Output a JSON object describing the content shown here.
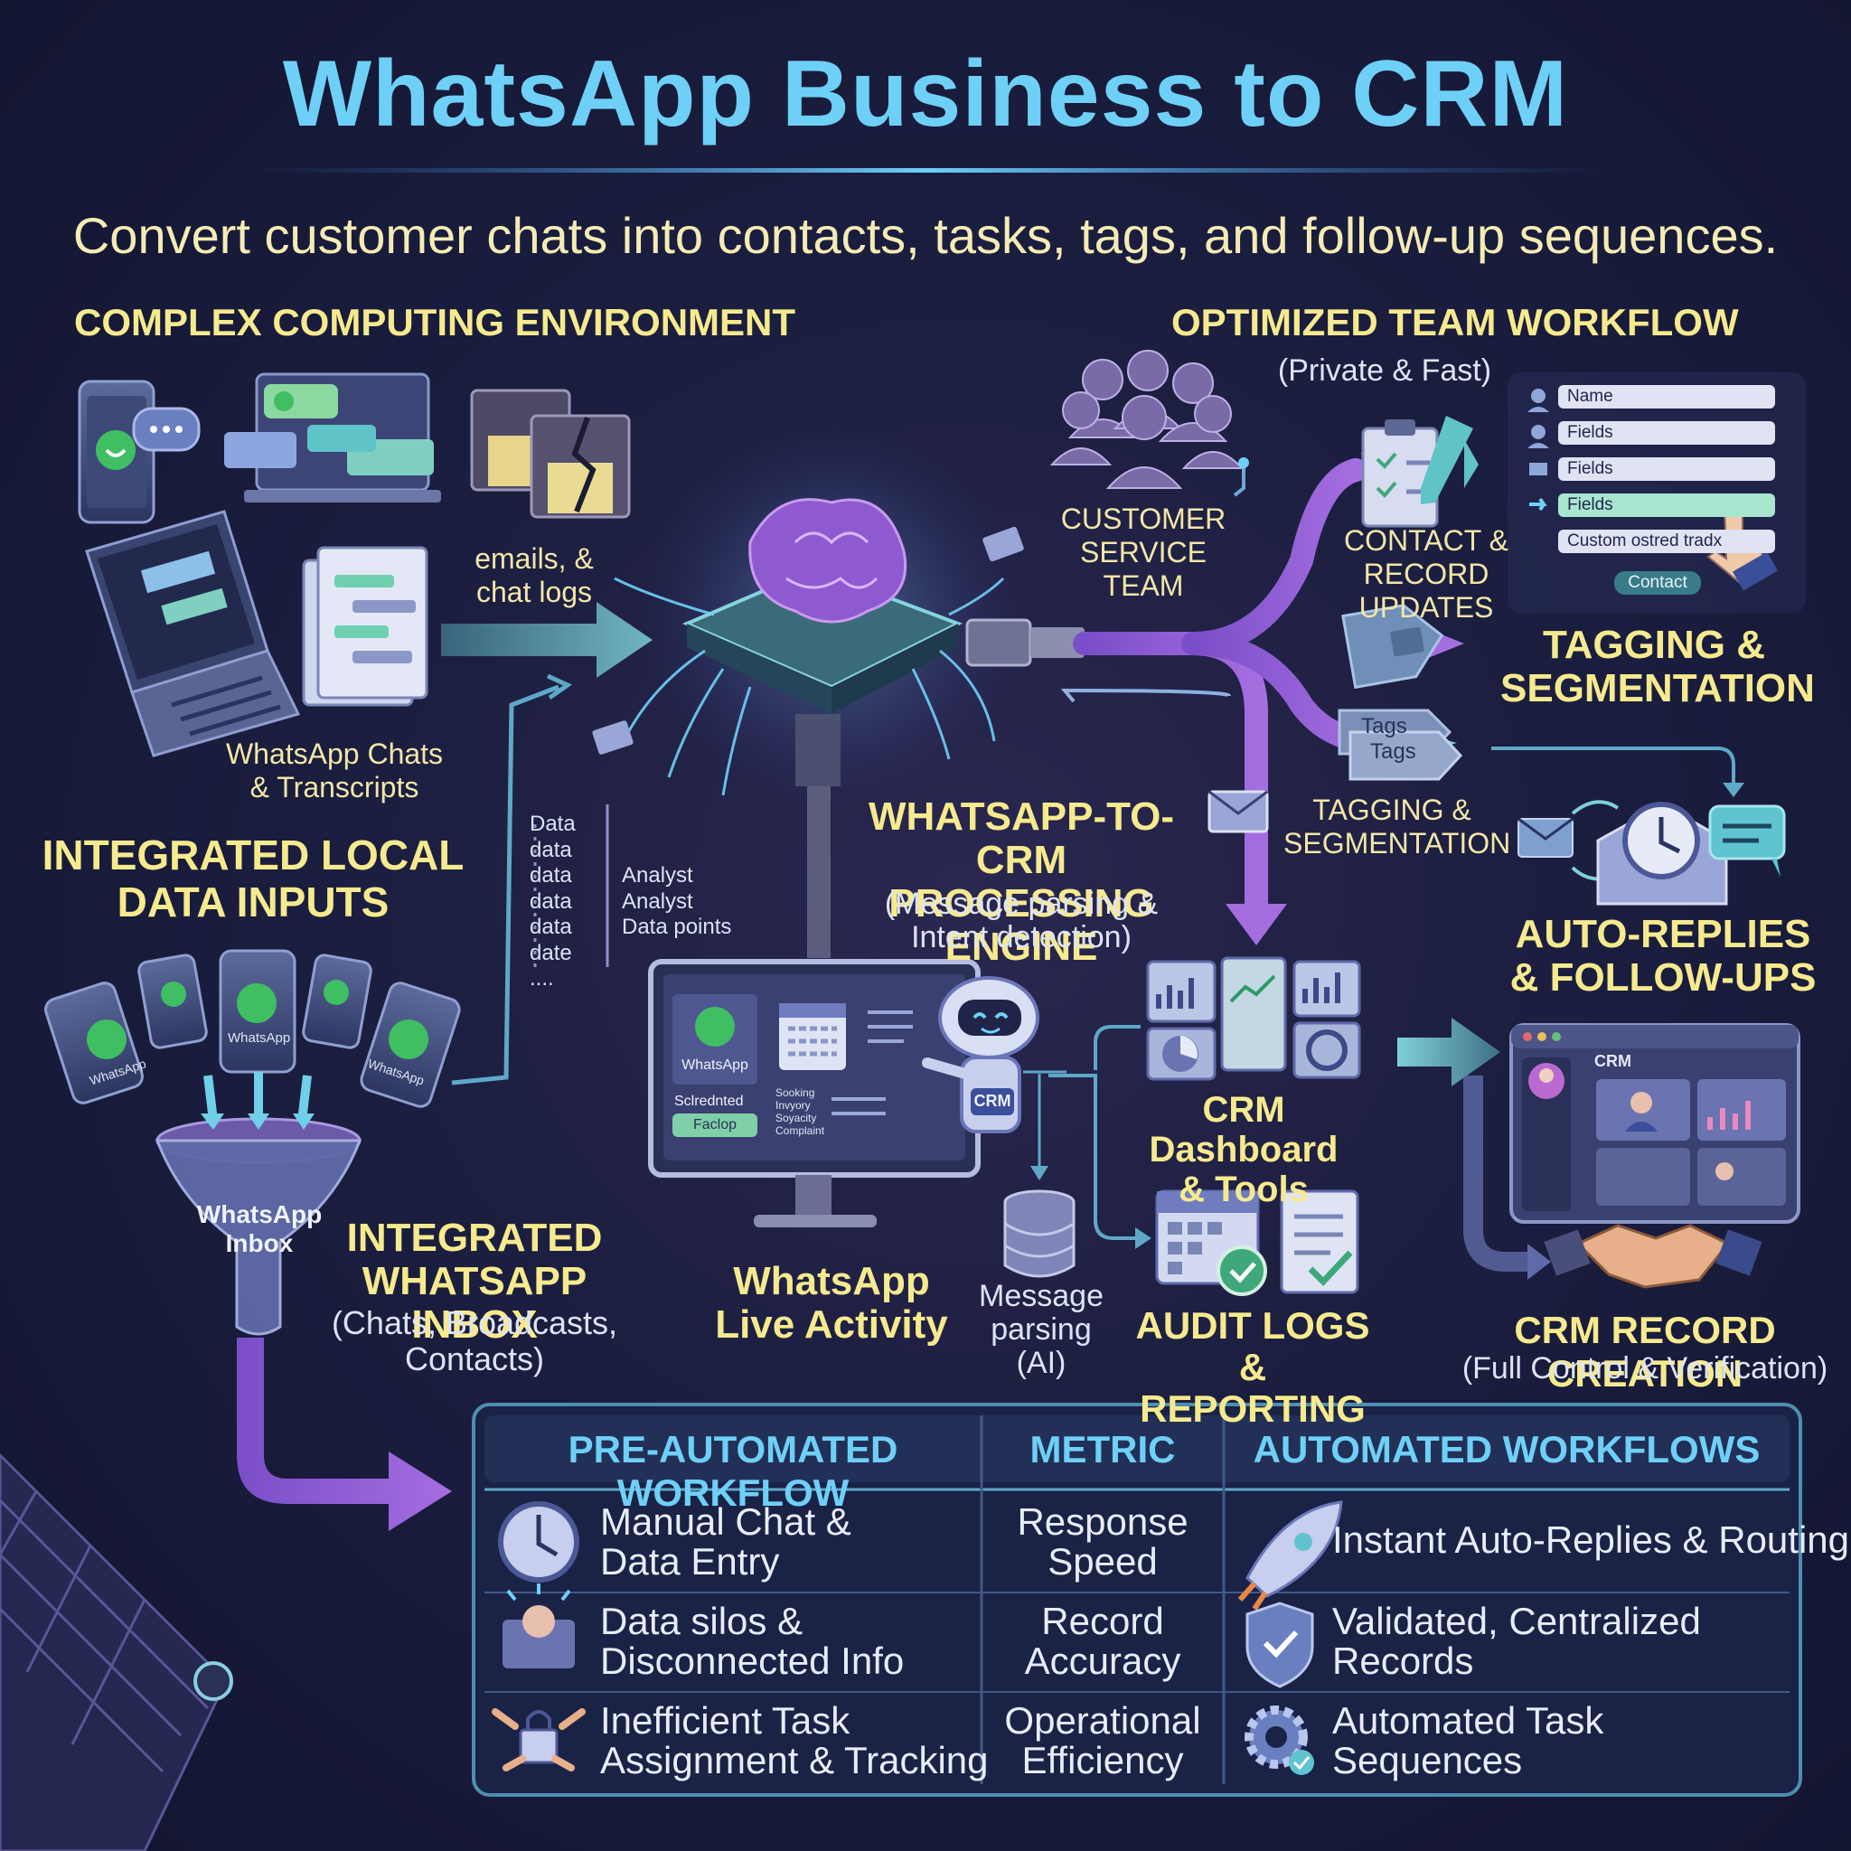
{
  "title": "WhatsApp Business to CRM",
  "subtitle": "Convert customer chats into contacts, tasks, tags, and follow-up sequences.",
  "left": {
    "complex_heading": "COMPLEX COMPUTING ENVIRONMENT",
    "emails_label": "emails, &\nchat logs",
    "chats_label": "WhatsApp Chats\n& Transcripts",
    "integrated_heading": "INTEGRATED LOCAL\nDATA INPUTS",
    "phone_label": "WhatsApp",
    "funnel_label": "WhatsApp\nInbox",
    "inbox_heading": "INTEGRATED\nWHATSAPP INBOX",
    "inbox_sub": "(Chats, Broadcasts,\nContacts)",
    "data_list": [
      "Data",
      "data",
      "data",
      "data",
      "data",
      "date",
      "...."
    ],
    "analyst_list": [
      "Analyst",
      "Analyst",
      "Data points"
    ]
  },
  "center": {
    "engine_heading": "WHATSAPP-TO-CRM\nPROCESSING ENGINE",
    "engine_sub": "(Message parsing &\nIntent detection)",
    "team_label": "CUSTOMER\nSERVICE TEAM",
    "live_heading": "WhatsApp\nLive Activity",
    "parsing_label": "Message\nparsing\n(AI)",
    "monitor": {
      "app_label": "WhatsApp",
      "status": "Sclrednted",
      "button": "Faclop",
      "list": [
        "Sooking",
        "Invyory",
        "Soyacity",
        "Complaint"
      ]
    },
    "robot_badge": "CRM"
  },
  "right": {
    "workflow_heading": "OPTIMIZED TEAM WORKFLOW",
    "workflow_sub": "(Private & Fast)",
    "form_fields": [
      "Name",
      "Fields",
      "Fields",
      "Fields",
      "Custom ostred tradx"
    ],
    "form_button": "Contact",
    "contact_label": "CONTACT &\nRECORD UPDATES",
    "tagging_heading": "TAGGING &\nSEGMENTATION",
    "tags": [
      "Tags",
      "Tags"
    ],
    "tagging_small": "TAGGING &\nSEGMENTATION",
    "auto_heading": "AUTO-REPLIES\n& FOLLOW-UPS",
    "dashboard_heading": "CRM Dashboard\n& Tools",
    "audit_heading": "AUDIT LOGS &\nREPORTING",
    "crm_record_heading": "CRM RECORD CREATION",
    "crm_record_sub": "(Full Control & Verification)",
    "crm_window_label": "CRM"
  },
  "table": {
    "headers": [
      "PRE-AUTOMATED WORKFLOW",
      "METRIC",
      "AUTOMATED WORKFLOWS"
    ],
    "rows": [
      {
        "pre": "Manual Chat &\nData Entry",
        "metric": "Response\nSpeed",
        "auto": "Instant Auto-Replies & Routing",
        "pre_icon": "clock-icon",
        "auto_icon": "rocket-icon"
      },
      {
        "pre": "Data silos &\nDisconnected Info",
        "metric": "Record\nAccuracy",
        "auto": "Validated, Centralized\nRecords",
        "pre_icon": "stressed-person-icon",
        "auto_icon": "shield-check-icon"
      },
      {
        "pre": "Inefficient Task\nAssignment & Tracking",
        "metric": "Operational\nEfficiency",
        "auto": "Automated Task\nSequences",
        "pre_icon": "locked-hands-icon",
        "auto_icon": "gear-check-icon"
      }
    ]
  },
  "colors": {
    "title": "#6fd0f7",
    "heading": "#f6ea8e",
    "accent_purple": "#9a63d8",
    "accent_teal": "#5fc3c8",
    "background": "#161a35"
  }
}
